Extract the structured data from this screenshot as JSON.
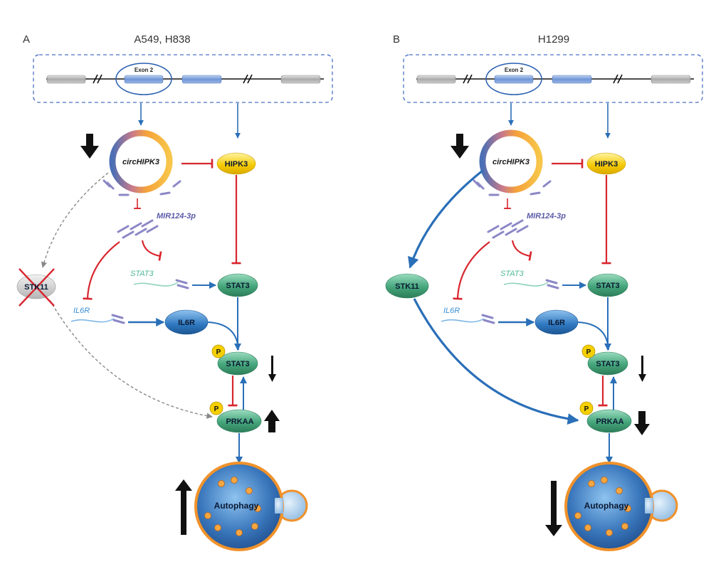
{
  "panels": [
    {
      "letter": "A",
      "cell_lines": "A549, H838",
      "exon_label": "Exon 2",
      "circ_label": "circHIPK3",
      "hipk3_label": "HIPK3",
      "mir_label": "MIR124-3p",
      "stat3_mrna_label": "STAT3",
      "stat3_protein_label": "STAT3",
      "il6r_mrna_label": "IL6R",
      "il6r_protein_label": "IL6R",
      "stk11_label": "STK11",
      "p_label": "P",
      "pstat3_label": "STAT3",
      "prkaa_label": "PRKAA",
      "autophagy_label": "Autophagy",
      "stk11_status": "knocked out",
      "circ_level": "down",
      "pstat3_level": "down",
      "prkaa_level": "up",
      "autophagy_level": "up"
    },
    {
      "letter": "B",
      "cell_lines": "H1299",
      "exon_label": "Exon 2",
      "circ_label": "circHIPK3",
      "hipk3_label": "HIPK3",
      "mir_label": "MIR124-3p",
      "stat3_mrna_label": "STAT3",
      "stat3_protein_label": "STAT3",
      "il6r_mrna_label": "IL6R",
      "il6r_protein_label": "IL6R",
      "stk11_label": "STK11",
      "p_label": "P",
      "pstat3_label": "STAT3",
      "prkaa_label": "PRKAA",
      "autophagy_label": "Autophagy",
      "stk11_status": "present",
      "circ_level": "down",
      "pstat3_level": "down",
      "prkaa_level": "down",
      "autophagy_level": "down"
    }
  ],
  "colors": {
    "activation": "#2a6fb8",
    "inhibition": "#d8262e",
    "dashed": "#888888",
    "hipk3_node": "#f2c400",
    "green_node": "#3f9f74",
    "il6r_node": "#2a6fb8",
    "stk11_deleted": "#c8c8c8",
    "autophagy_fill": "#3a73b3",
    "autophagy_ring": "#f0922b"
  }
}
